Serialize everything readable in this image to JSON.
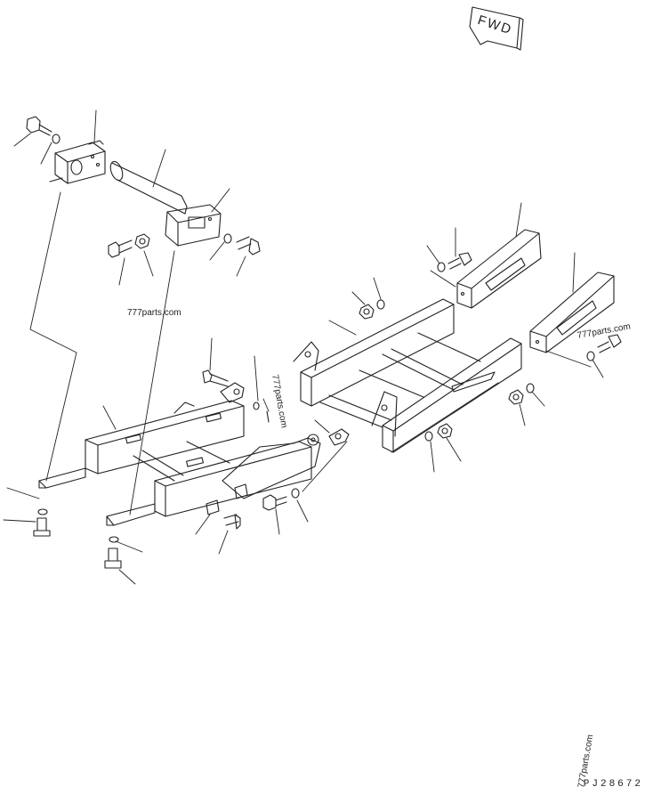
{
  "direction_marker": {
    "text": "FWD"
  },
  "watermarks": [
    "777parts.com",
    "777parts.com",
    "777parts.com",
    "777parts.com"
  ],
  "drawing_code": "PJ28672",
  "colors": {
    "line": "#222222",
    "background": "#ffffff"
  }
}
